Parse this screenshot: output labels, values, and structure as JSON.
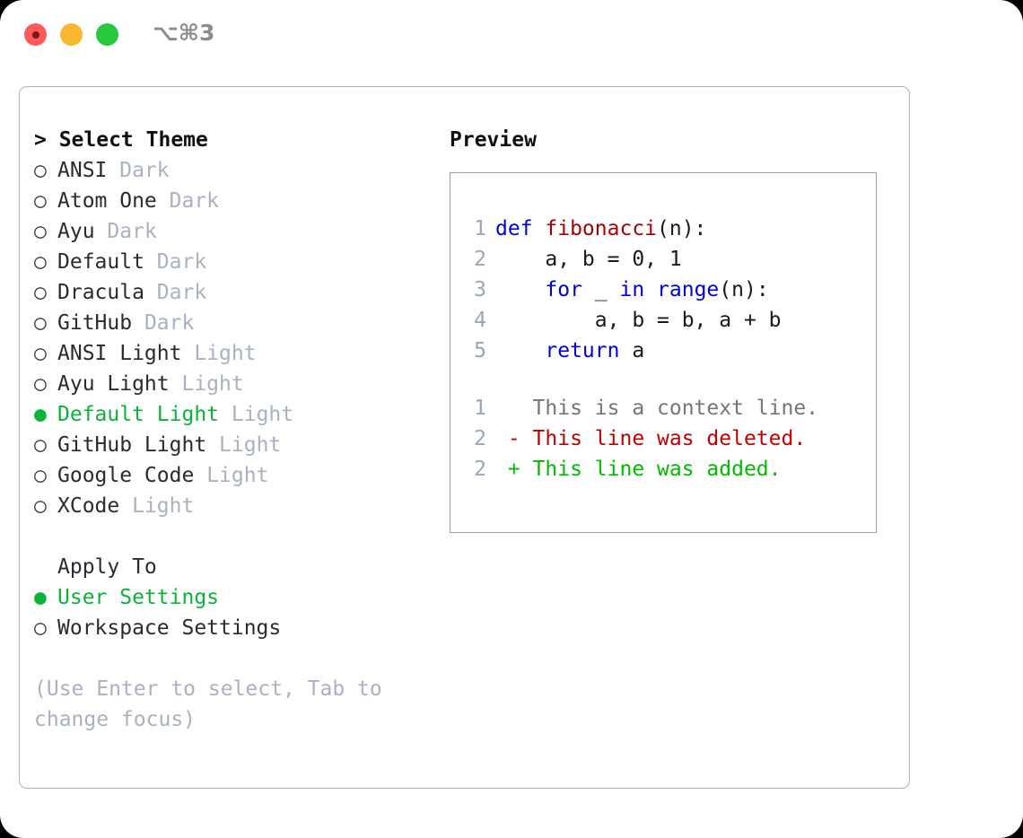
{
  "titlebar": {
    "shortcut": "⌥⌘3",
    "buttons": [
      {
        "name": "close",
        "color": "#fc5b57"
      },
      {
        "name": "minimize",
        "color": "#f7b731"
      },
      {
        "name": "maximize",
        "color": "#27c93f"
      }
    ]
  },
  "colors": {
    "accent_selected": "#0ab33a",
    "muted": "#a8b2c1",
    "text": "#2a2a30",
    "panel_border": "#a8b2c1",
    "preview_border": "#93a1b5",
    "keyword": "#0000e0",
    "function": "#aa0000",
    "line_number": "#9aa5b8",
    "diff_removed": "#c00000",
    "diff_added": "#00bb00",
    "diff_context": "#757575"
  },
  "theme_list": {
    "header": "> Select Theme",
    "items": [
      {
        "marker": "○",
        "name": "ANSI",
        "kind": "Dark",
        "selected": false
      },
      {
        "marker": "○",
        "name": "Atom One",
        "kind": "Dark",
        "selected": false
      },
      {
        "marker": "○",
        "name": "Ayu",
        "kind": "Dark",
        "selected": false
      },
      {
        "marker": "○",
        "name": "Default",
        "kind": "Dark",
        "selected": false
      },
      {
        "marker": "○",
        "name": "Dracula",
        "kind": "Dark",
        "selected": false
      },
      {
        "marker": "○",
        "name": "GitHub",
        "kind": "Dark",
        "selected": false
      },
      {
        "marker": "○",
        "name": "ANSI Light",
        "kind": "Light",
        "selected": false
      },
      {
        "marker": "○",
        "name": "Ayu Light",
        "kind": "Light",
        "selected": false
      },
      {
        "marker": "●",
        "name": "Default Light",
        "kind": "Light",
        "selected": true
      },
      {
        "marker": "○",
        "name": "GitHub Light",
        "kind": "Light",
        "selected": false
      },
      {
        "marker": "○",
        "name": "Google Code",
        "kind": "Light",
        "selected": false
      },
      {
        "marker": "○",
        "name": "XCode",
        "kind": "Light",
        "selected": false
      }
    ]
  },
  "apply_to": {
    "header": "Apply To",
    "items": [
      {
        "marker": "●",
        "label": "User Settings",
        "selected": true
      },
      {
        "marker": "○",
        "label": "Workspace Settings",
        "selected": false
      }
    ]
  },
  "hint": "(Use Enter to select, Tab to change focus)",
  "preview": {
    "label": "Preview",
    "code_lines": [
      {
        "num": "1",
        "segments": [
          {
            "t": "def ",
            "c": "kw"
          },
          {
            "t": "fibonacci",
            "c": "fn"
          },
          {
            "t": "(n):",
            "c": "pl"
          }
        ]
      },
      {
        "num": "2",
        "segments": [
          {
            "t": "    a, b = 0, 1",
            "c": "pl"
          }
        ]
      },
      {
        "num": "3",
        "segments": [
          {
            "t": "    ",
            "c": "pl"
          },
          {
            "t": "for",
            "c": "kw"
          },
          {
            "t": " _ ",
            "c": "pl"
          },
          {
            "t": "in ",
            "c": "kw"
          },
          {
            "t": "range",
            "c": "kw"
          },
          {
            "t": "(n):",
            "c": "pl"
          }
        ]
      },
      {
        "num": "4",
        "segments": [
          {
            "t": "        a, b = b, a + b",
            "c": "pl"
          }
        ]
      },
      {
        "num": "5",
        "segments": [
          {
            "t": "    ",
            "c": "pl"
          },
          {
            "t": "return",
            "c": "kw"
          },
          {
            "t": " a",
            "c": "pl"
          }
        ]
      }
    ],
    "diff_lines": [
      {
        "num": "1",
        "segments": [
          {
            "t": "   This is a context line.",
            "c": "ctx"
          }
        ]
      },
      {
        "num": "2",
        "segments": [
          {
            "t": " - This line was deleted.",
            "c": "del"
          }
        ]
      },
      {
        "num": "2",
        "segments": [
          {
            "t": " + This line was added.",
            "c": "add"
          }
        ]
      }
    ]
  }
}
